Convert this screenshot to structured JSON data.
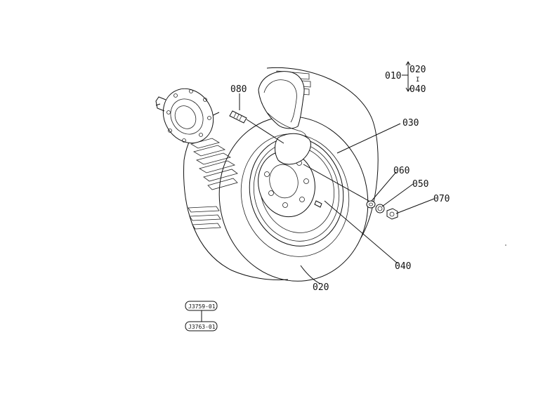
{
  "callouts": {
    "assembly": "010",
    "assembly_range_start": "020",
    "assembly_range_sep": "I",
    "assembly_range_end": "040",
    "tire": "020",
    "tube": "030",
    "rim": "040",
    "washer": "050",
    "lock_washer": "060",
    "nut": "070",
    "stud": "080"
  },
  "reference_codes": {
    "top": "J3759-01",
    "bottom": "J3763-01"
  },
  "colors": {
    "ink": "#111111",
    "background": "#ffffff"
  }
}
